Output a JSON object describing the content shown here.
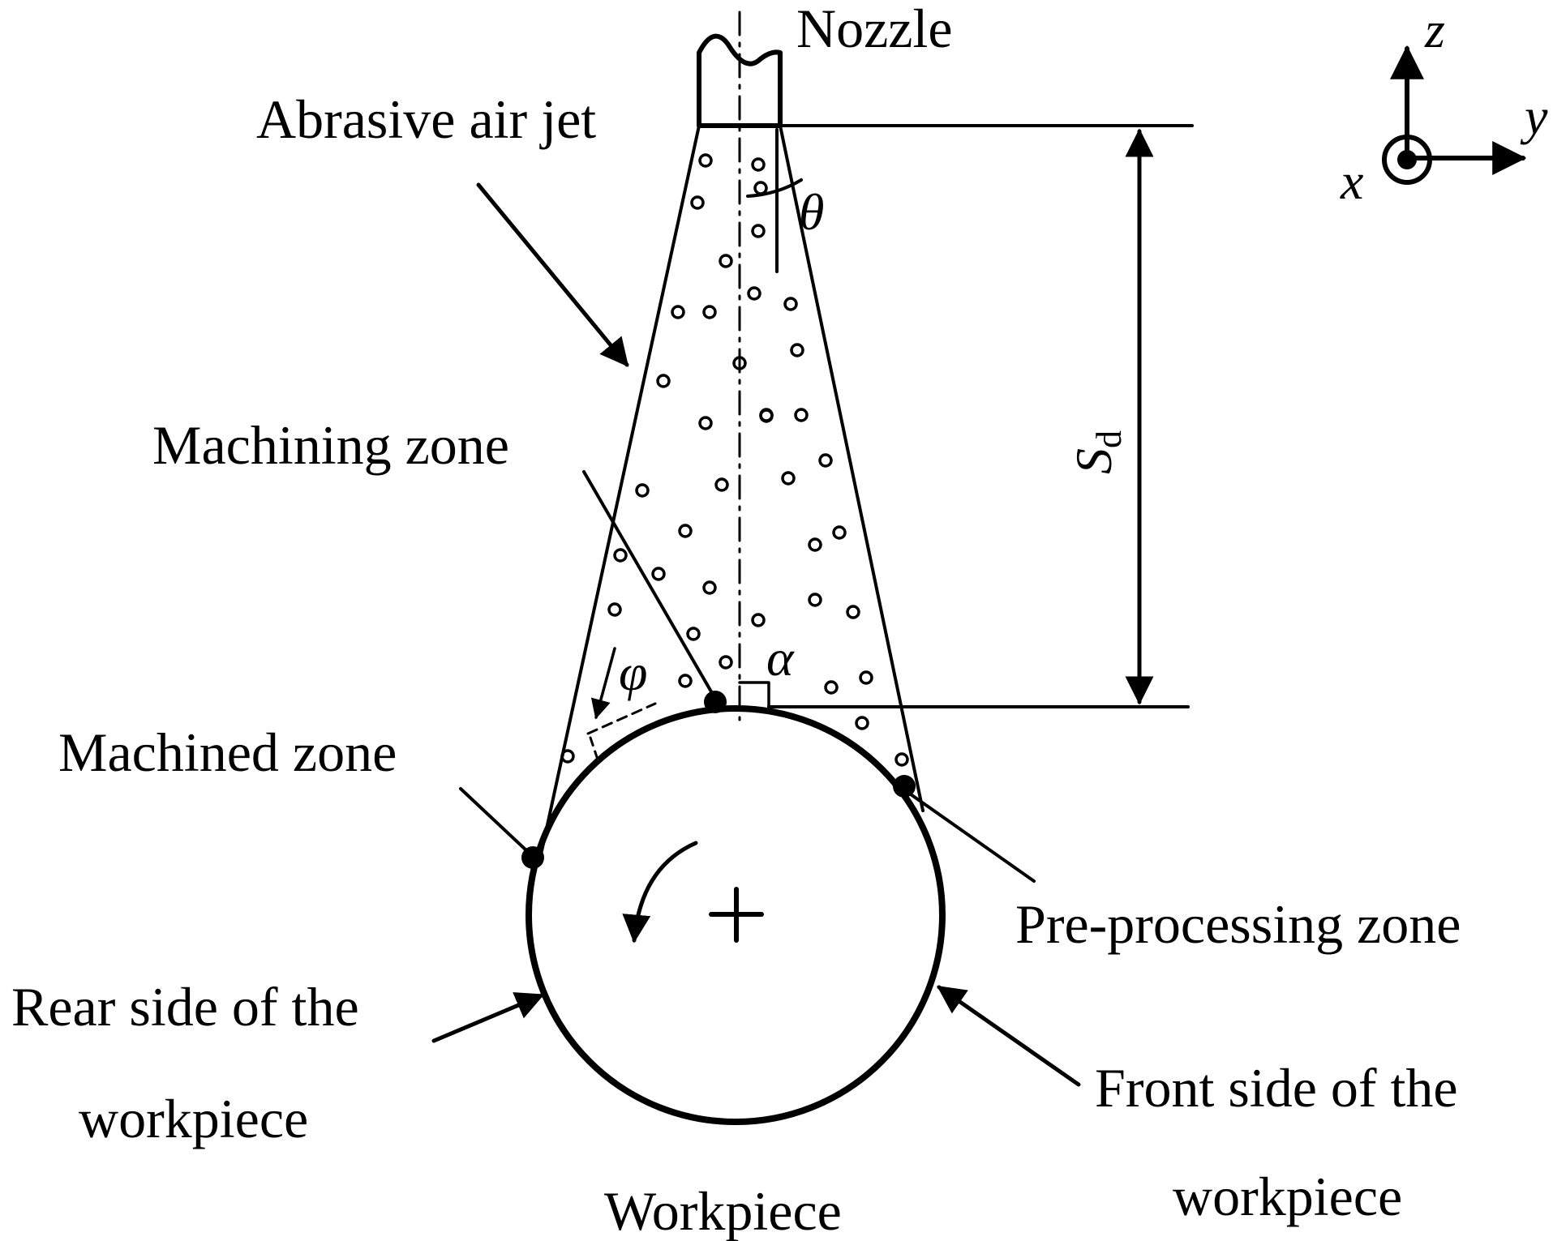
{
  "labels": {
    "nozzle": "Nozzle",
    "abrasive_air_jet": "Abrasive air jet",
    "machining_zone": "Machining zone",
    "machined_zone": "Machined zone",
    "pre_processing_zone": "Pre-processing zone",
    "rear_side_line1": "Rear side of the",
    "rear_side_line2": "workpiece",
    "front_side_line1": "Front side of the",
    "front_side_line2": "workpiece",
    "workpiece": "Workpiece"
  },
  "symbols": {
    "theta": "θ",
    "alpha": "α",
    "phi": "φ",
    "standoff_main": "S",
    "standoff_sub": "d"
  },
  "axes": {
    "z": "z",
    "y": "y",
    "x": "x"
  }
}
